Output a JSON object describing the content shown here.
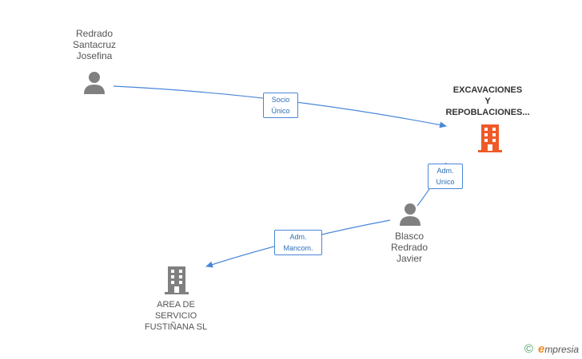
{
  "nodes": {
    "person_redrado": {
      "lines": [
        "Redrado",
        "Santacruz",
        "Josefina"
      ],
      "icon": "person-icon"
    },
    "company_excavaciones": {
      "lines": [
        "EXCAVACIONES",
        "Y",
        "REPOBLACIONES..."
      ],
      "icon": "building-icon",
      "color": "#f05a28"
    },
    "person_blasco": {
      "lines": [
        "Blasco",
        "Redrado",
        "Javier"
      ],
      "icon": "person-icon"
    },
    "company_area": {
      "lines": [
        "AREA DE",
        "SERVICIO",
        "FUSTIÑANA SL"
      ],
      "icon": "building-icon",
      "color": "#808080"
    }
  },
  "edges": {
    "socio": {
      "lines": [
        "Socio",
        "Único"
      ]
    },
    "adm_unico": {
      "lines": [
        "Adm.",
        "Unico"
      ]
    },
    "adm_mancom": {
      "lines": [
        "Adm.",
        "Mancom."
      ]
    }
  },
  "colors": {
    "edge": "#4a86d8",
    "person": "#808080",
    "company_main": "#f05a28",
    "company_other": "#808080"
  },
  "footer": {
    "copyright": "©",
    "brand_initial": "e",
    "brand_rest": "mpresia"
  }
}
